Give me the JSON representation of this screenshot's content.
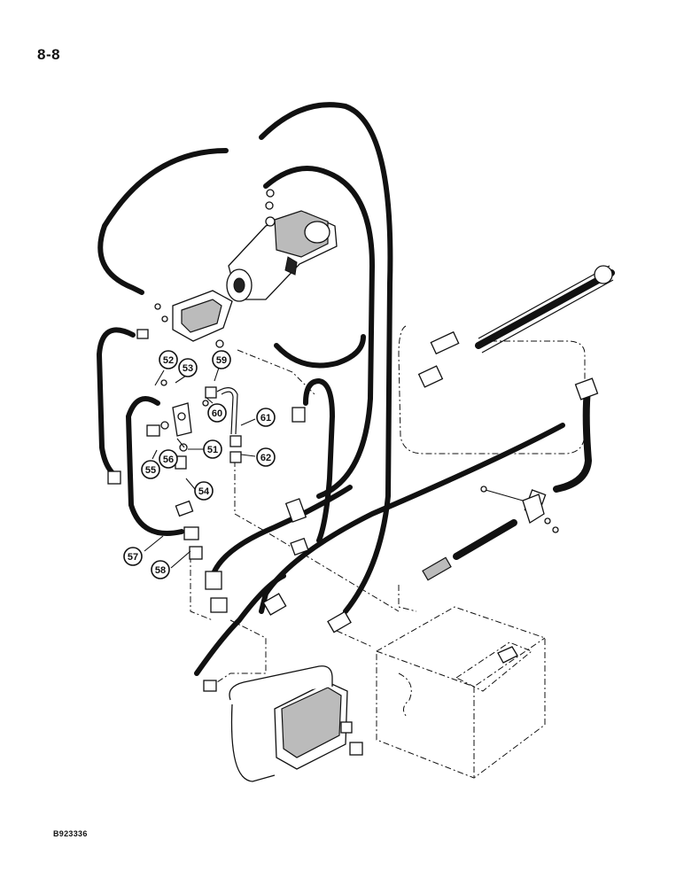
{
  "page": {
    "page_number": "8-8",
    "figure_code": "B923336"
  },
  "callouts": [
    {
      "id": "51"
    },
    {
      "id": "52"
    },
    {
      "id": "53"
    },
    {
      "id": "54"
    },
    {
      "id": "55"
    },
    {
      "id": "56"
    },
    {
      "id": "57"
    },
    {
      "id": "58"
    },
    {
      "id": "59"
    },
    {
      "id": "60"
    },
    {
      "id": "61"
    },
    {
      "id": "62"
    }
  ]
}
